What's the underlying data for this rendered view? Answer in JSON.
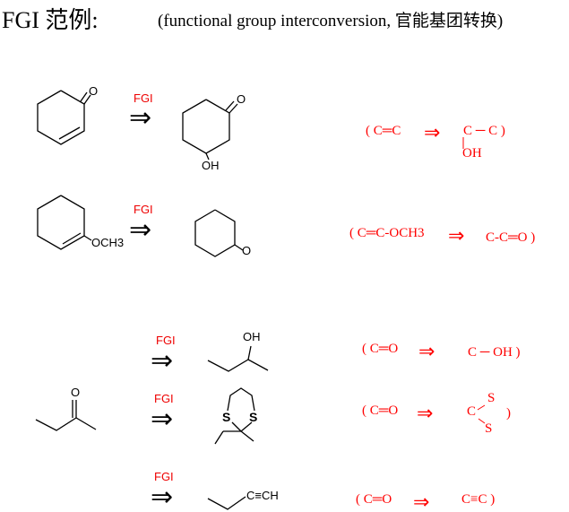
{
  "title": "FGI 范例:",
  "subtitle": "(functional group interconversion, 官能基团转换)",
  "fgi_label": "FGI",
  "arrow": "⇒",
  "atoms": {
    "O": "O",
    "OH": "OH",
    "OCH3": "OCH3",
    "S": "S",
    "CCH": "C≡CH"
  },
  "rules": [
    {
      "left": "( C═C",
      "right": "C ─ C )",
      "right_sub": "OH"
    },
    {
      "left": "( C═C-OCH3",
      "right": "C-C═O )"
    },
    {
      "left": "( C═O",
      "right": "C ─ OH )"
    },
    {
      "left": "( C═O",
      "right": "C",
      "right_s": "S",
      "close": ")"
    },
    {
      "left": "( C═O",
      "right": "C≡C )"
    }
  ]
}
